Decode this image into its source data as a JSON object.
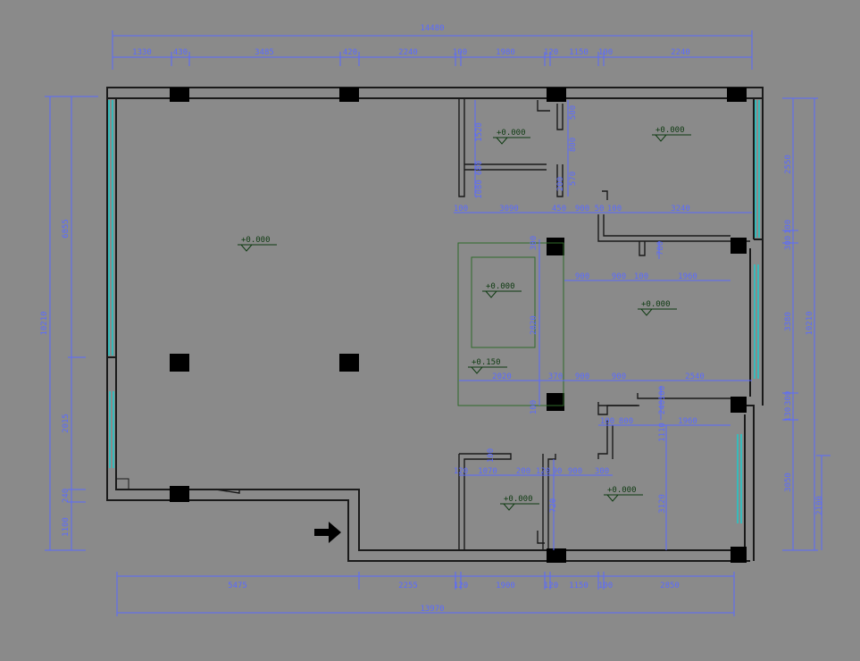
{
  "dims": {
    "top_total": "14480",
    "top": [
      "1330",
      "430",
      "3485",
      "420",
      "2240",
      "100",
      "1980",
      "120",
      "1150",
      "100",
      "2240"
    ],
    "bottom_total": "13970",
    "bottom": [
      "5475",
      "2255",
      "120",
      "1900",
      "120",
      "1150",
      "100",
      "2850"
    ],
    "left_total": "10210",
    "left": [
      "6855",
      "2015",
      "240",
      "1100"
    ],
    "right_total": "10210",
    "right": [
      "2550",
      "300",
      "100",
      "3380",
      "130",
      "300",
      "3050"
    ],
    "right_outer": "2100",
    "interior_row1": [
      "100",
      "3090",
      "450",
      "900",
      "50",
      "100",
      "3240"
    ],
    "interior_row2": [
      "900",
      "900",
      "100",
      "1960"
    ],
    "interior_row3": [
      "2020",
      "370",
      "900",
      "900",
      "2540"
    ],
    "interior_row4": [
      "100",
      "800",
      "1960"
    ],
    "interior_row5": [
      "120",
      "1070",
      "200",
      "120",
      "90",
      "900",
      "300"
    ],
    "v_small": [
      "1520",
      "680",
      "1080",
      "500",
      "800",
      "570",
      "200",
      "300",
      "2820",
      "100",
      "240",
      "100",
      "1110",
      "3120",
      "700",
      "100",
      "720"
    ]
  },
  "levels": {
    "main_hall": "+0.000",
    "room_top_small": "+0.000",
    "room_top_right": "+0.000",
    "platform": "+0.000",
    "room_mid_right": "+0.000",
    "step": "+0.150",
    "room_bottom_left": "+0.000",
    "room_bottom_right": "+0.000"
  },
  "colors": {
    "background": "#8a8a8a",
    "dimension": "#5b6bff",
    "wall": "#1a1a1a",
    "glass": "#00d9d9",
    "level": "#0f3b12"
  },
  "icons": {
    "entrance": "arrow-right-icon"
  }
}
